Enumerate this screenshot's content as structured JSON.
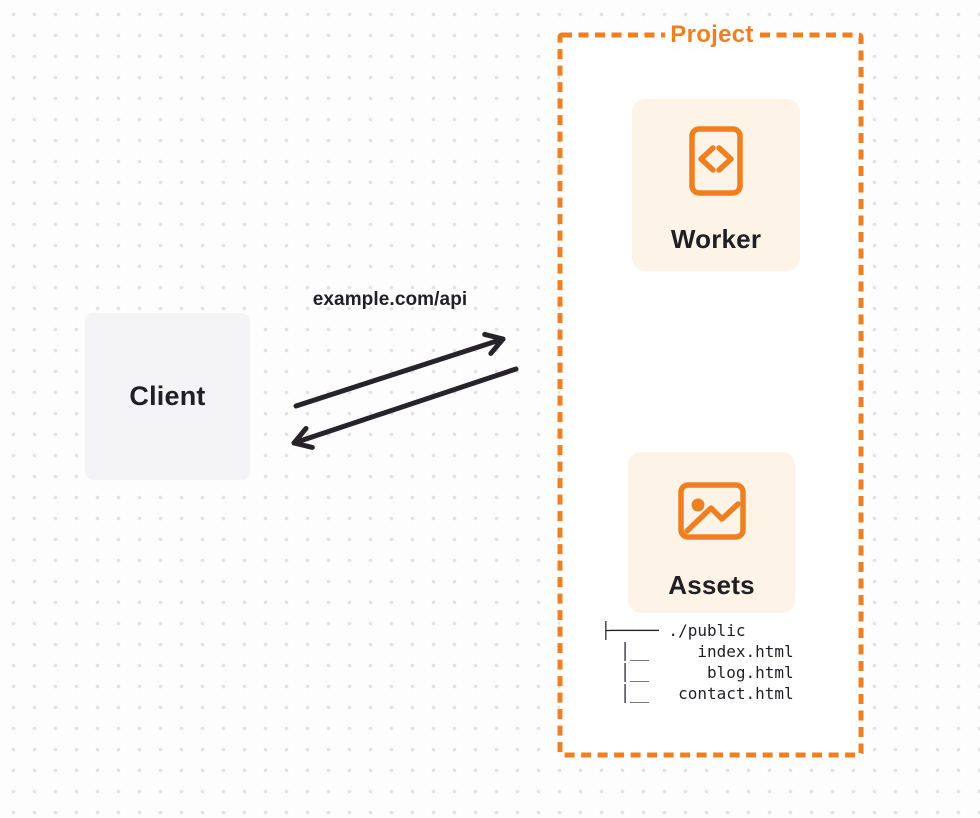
{
  "colors": {
    "bg": "#FDFDFD",
    "dot": "#E3E3E5",
    "accent": "#EE8021",
    "panel_fill": "#FDF3E6",
    "client_fill": "#F4F4F6",
    "arrow": "#26242A",
    "text": "#211F26",
    "project_fill": "#FFFFFF"
  },
  "client": {
    "label": "Client"
  },
  "request": {
    "label": "example.com/api"
  },
  "project": {
    "label": "Project",
    "worker": {
      "label": "Worker",
      "icon": "code-document-icon"
    },
    "assets": {
      "label": "Assets",
      "icon": "image-icon"
    }
  },
  "file_tree": {
    "lines": [
      "├───── ./public",
      "  │__     index.html",
      "  │__      blog.html",
      "  │__   contact.html"
    ]
  }
}
